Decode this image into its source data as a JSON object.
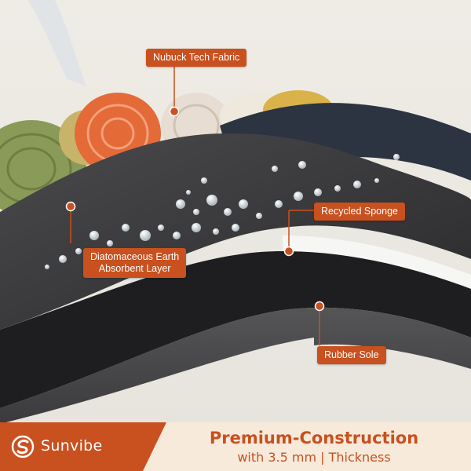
{
  "colors": {
    "accent": "#c9501f",
    "footer_bg": "#f7eadb",
    "background": "#ece9e3",
    "layer_dark": "#2b2b2d",
    "layer_sole": "#4a4a4c"
  },
  "callouts": {
    "nubuck": "Nubuck Tech Fabric",
    "sponge": "Recycled Sponge",
    "diatom_line1": "Diatomaceous Earth",
    "diatom_line2": "Absorbent Layer",
    "rubber": "Rubber Sole"
  },
  "footer": {
    "brand_icon": "sunvibe-logo-icon",
    "brand_name": "Sunvibe",
    "headline": "Premium-Construction",
    "subline": "with 3.5 mm | Thickness"
  }
}
